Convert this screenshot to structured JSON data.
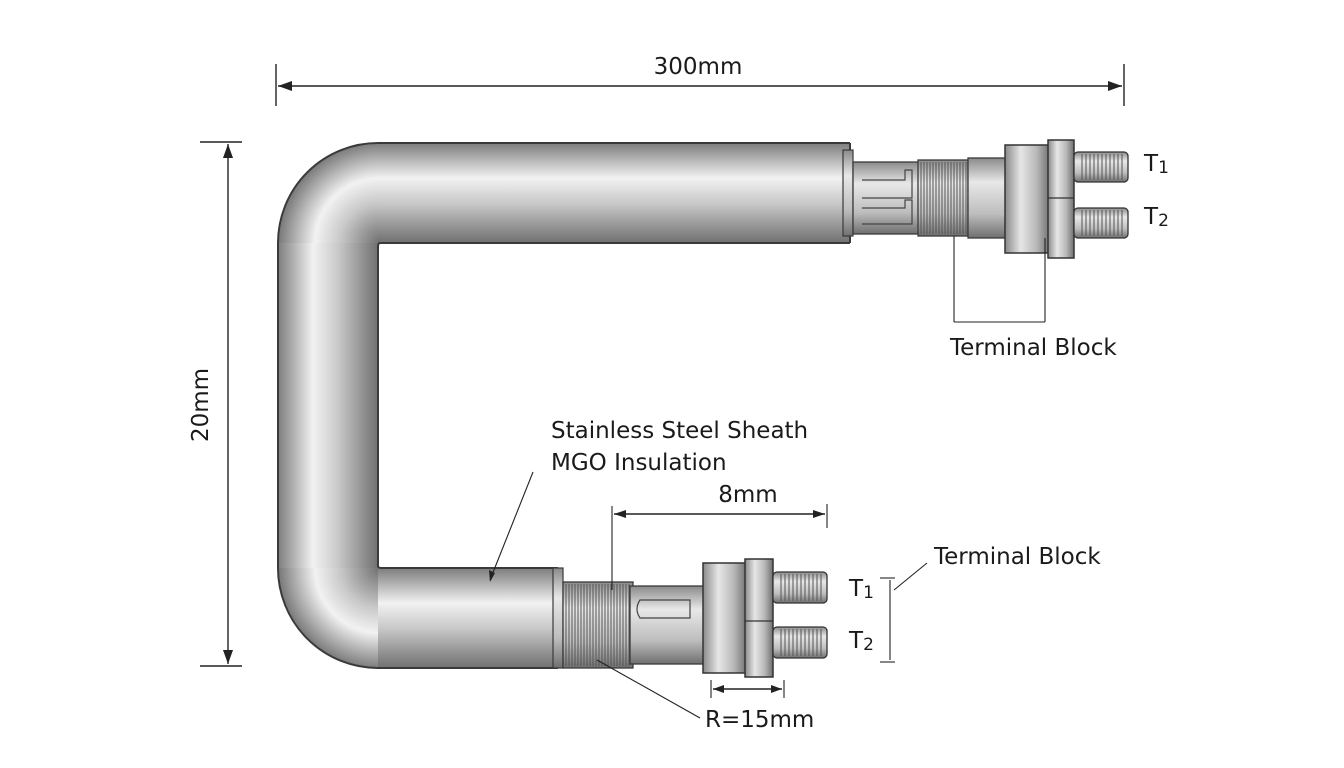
{
  "dimensions": {
    "overall_length": "300mm",
    "overall_height": "20mm",
    "terminal_spacing": "8mm",
    "bend_radius": "R=15mm"
  },
  "labels": {
    "sheath": "Stainless Steel Sheath",
    "insulation": "MGO Insulation",
    "terminal_block_top": "Terminal Block",
    "terminal_block_bottom": "Terminal Block"
  },
  "terminals": {
    "top_t1": "T",
    "top_t1_sub": "1",
    "top_t2": "T",
    "top_t2_sub": "2",
    "bottom_t1": "T",
    "bottom_t1_sub": "1",
    "bottom_t2": "T",
    "bottom_t2_sub": "2"
  },
  "colors": {
    "sheath_dark": "#8e8e8e",
    "sheath_light": "#efefef",
    "line": "#222222"
  }
}
